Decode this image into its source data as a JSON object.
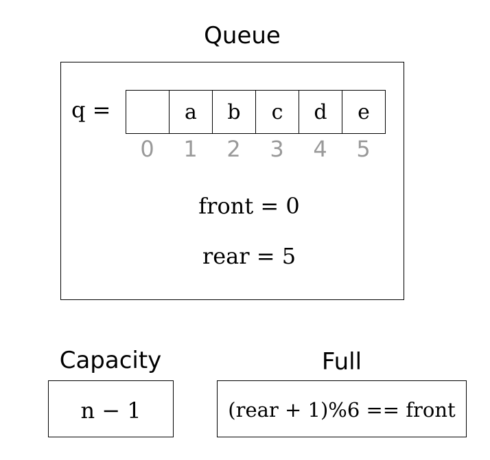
{
  "queue": {
    "title": "Queue",
    "array_label": "q =",
    "cells": [
      "",
      "a",
      "b",
      "c",
      "d",
      "e"
    ],
    "indices": [
      "0",
      "1",
      "2",
      "3",
      "4",
      "5"
    ],
    "front": "front = 0",
    "rear": "rear = 5"
  },
  "capacity": {
    "title": "Capacity",
    "formula": "n − 1"
  },
  "full": {
    "title": "Full",
    "formula": "(rear + 1)%6 == front"
  },
  "colors": {
    "line": "#000000",
    "index_text": "#999999",
    "text": "#000000"
  }
}
